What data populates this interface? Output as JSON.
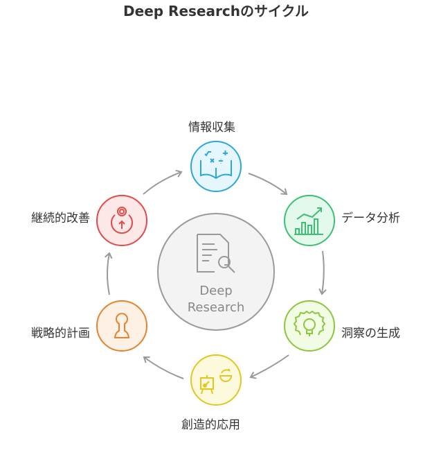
{
  "title": "Deep Researchのサイクル",
  "center": {
    "line1": "Deep",
    "line2": "Research"
  },
  "steps": [
    {
      "label": "情報収集",
      "icon": "book-math-icon",
      "color": "#29a8dc",
      "fill": "#e6f6fd"
    },
    {
      "label": "データ分析",
      "icon": "chart-growth-icon",
      "color": "#3cbf73",
      "fill": "#e3f9ec"
    },
    {
      "label": "洞察の生成",
      "icon": "gear-bulb-icon",
      "color": "#8cc63f",
      "fill": "#f2fbe3"
    },
    {
      "label": "創造的応用",
      "icon": "easel-icon",
      "color": "#e3c61e",
      "fill": "#fdf9dc"
    },
    {
      "label": "戦略的計画",
      "icon": "chess-pawn-icon",
      "color": "#e6822e",
      "fill": "#fdf0e4"
    },
    {
      "label": "継続的改善",
      "icon": "target-up-icon",
      "color": "#e24a4a",
      "fill": "#fde8e8"
    }
  ]
}
